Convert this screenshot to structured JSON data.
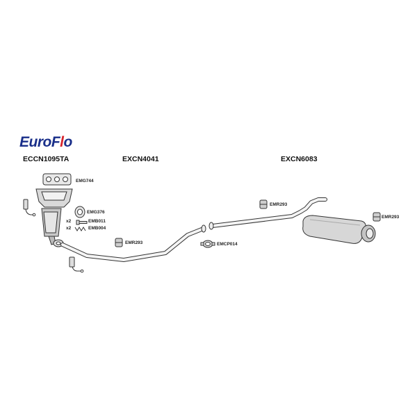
{
  "brand": {
    "logo_primary": "EuroF",
    "logo_accent": "l",
    "logo_tail": "o",
    "primary_color": "#1a2f8a",
    "accent_color": "#d8262e"
  },
  "sections": {
    "front": "ECCN1095TA",
    "middle": "EXCN4041",
    "rear": "EXCN6083"
  },
  "parts": {
    "gasket_manifold": "EMG744",
    "gasket_ring": "EMG376",
    "bolt": "EMB011",
    "bolt_qty": "x2",
    "spring": "EMB004",
    "spring_qty": "x2",
    "rubber_front": "EMR293",
    "clamp": "EMCP014",
    "rubber_mid": "EMR293",
    "rubber_rear": "EMR293"
  }
}
